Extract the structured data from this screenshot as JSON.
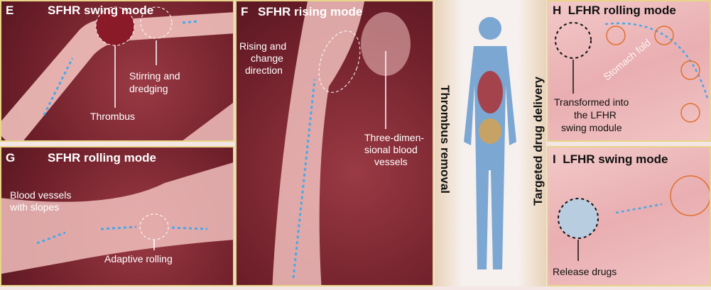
{
  "panels": {
    "e": {
      "letter": "E",
      "title": "SFHR swing mode",
      "labels": [
        "Stirring and",
        "dredging",
        "Thrombus"
      ]
    },
    "g": {
      "letter": "G",
      "title": "SFHR rolling mode",
      "labels": [
        "Blood vessels",
        "with slopes",
        "Adaptive rolling"
      ]
    },
    "f": {
      "letter": "F",
      "title": "SFHR rising mode",
      "labels": [
        "Rising and",
        "change",
        "direction",
        "Three-dimen-",
        "sional blood",
        "vessels"
      ]
    },
    "h": {
      "letter": "H",
      "title": "LFHR rolling mode",
      "labels": [
        "Stomach fold",
        "Transformed into",
        "the LFHR",
        "swing module"
      ]
    },
    "i": {
      "letter": "I",
      "title": "LFHR swing mode",
      "labels": [
        "Release drugs"
      ]
    }
  },
  "center": {
    "left_label": "Thrombus removal",
    "right_label": "Targeted drug delivery"
  },
  "colors": {
    "accent_blue": "#4aa8e8",
    "vessel": "#f2c1bf",
    "tissue": "#7a2530",
    "border": "#e8d58a"
  }
}
